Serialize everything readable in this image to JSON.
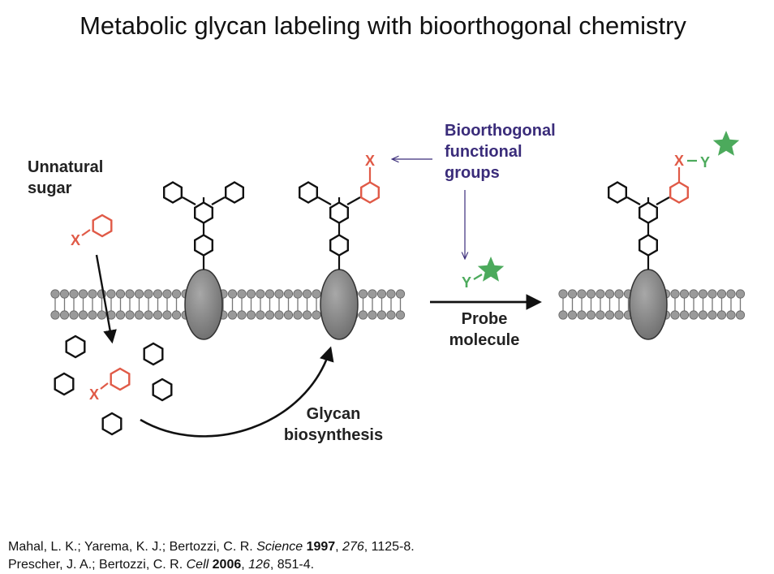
{
  "title": "Metabolic glycan labeling with bioorthogonal chemistry",
  "labels": {
    "unnatural_sugar": [
      "Unnatural",
      "sugar"
    ],
    "bioorthogonal_groups": [
      "Bioorthogonal",
      "functional",
      "groups"
    ],
    "probe_molecule": [
      "Probe",
      "molecule"
    ],
    "glycan_biosynthesis": [
      "Glycan",
      "biosynthesis"
    ]
  },
  "markers": {
    "x": "X",
    "y": "Y"
  },
  "colors": {
    "unnatural": "#e05a47",
    "probe": "#4caa5c",
    "bio_label": "#3a2c7a",
    "membrane_bead": "#9a9a9a",
    "protein": "#8a8a8a"
  },
  "references": [
    {
      "authors": "Mahal, L. K.; Yarema, K. J.; Bertozzi, C. R. ",
      "journal": "Science",
      "year": "1997",
      "volume": "276",
      "pages": ", 1125-8."
    },
    {
      "authors": "Prescher, J. A.; Bertozzi, C. R. ",
      "journal": "Cell",
      "year": "2006",
      "volume": "126",
      "pages": ", 851-4."
    }
  ]
}
